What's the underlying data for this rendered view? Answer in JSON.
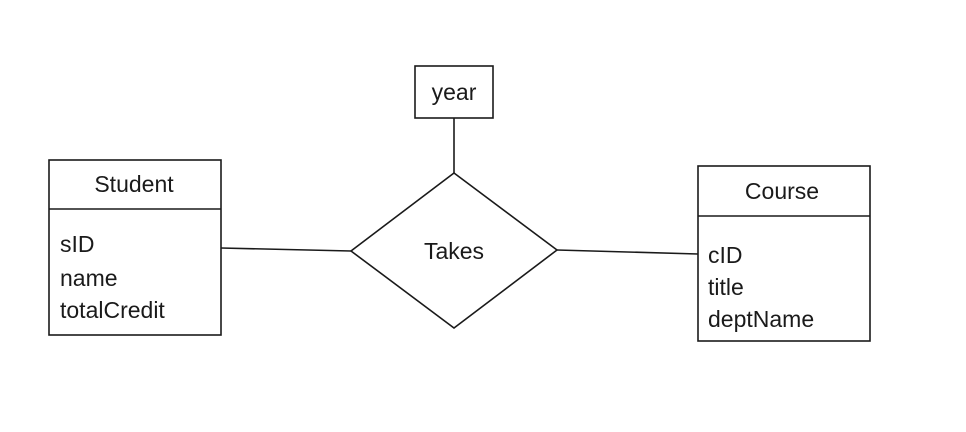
{
  "entities": {
    "student": {
      "title": "Student",
      "attributes": [
        "sID",
        "name",
        "totalCredit"
      ]
    },
    "course": {
      "title": "Course",
      "attributes": [
        "cID",
        "title",
        "deptName"
      ]
    }
  },
  "relationship": {
    "label": "Takes",
    "attribute": "year"
  },
  "colors": {
    "stroke": "#1a1a1a",
    "background": "#ffffff"
  }
}
